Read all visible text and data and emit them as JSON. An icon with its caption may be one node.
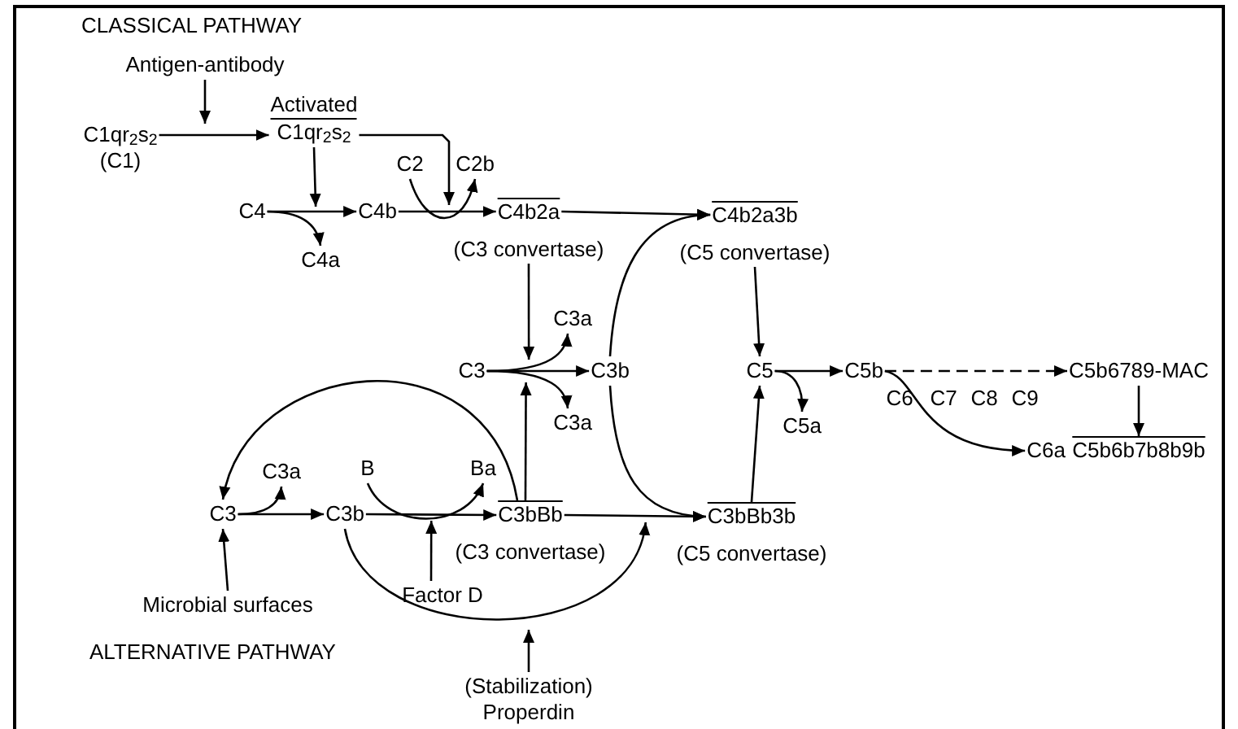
{
  "diagram": {
    "nodes": [
      {
        "text": [
          "C1qr$_{2}$s$_{2}$",
          "(C1)"
        ]
      },
      {
        "text": [
          "Antigen-antibody"
        ]
      },
      {
        "text": [
          "Activated",
          "C1qr$_{2}$s$_{2}$"
        ]
      },
      {
        "text": [
          "C4"
        ]
      },
      {
        "text": [
          "C4b"
        ]
      },
      {
        "text": [
          "C4a"
        ]
      },
      {
        "text": [
          "C2"
        ]
      },
      {
        "text": [
          "C2b"
        ]
      },
      {
        "text": [
          "C4b2a"
        ],
        "beside": [
          "(C3 convertase)"
        ]
      },
      {
        "text": [
          "C4b2a3b"
        ],
        "beside": [
          "(C5 convertase)"
        ]
      },
      {
        "text": [
          "C3"
        ]
      },
      {
        "text": [
          "C3a"
        ]
      },
      {
        "text": [
          "C3b"
        ]
      },
      {
        "text": [
          "C3a"
        ]
      },
      {
        "text": [
          "C5"
        ]
      },
      {
        "text": [
          "C5a"
        ]
      },
      {
        "text": [
          "C5b"
        ]
      },
      {
        "text": [
          "C5b6789-MAC"
        ]
      },
      {
        "text": [
          "C5b6b7b8b9b"
        ]
      },
      {
        "text": [
          "C6a"
        ]
      },
      {
        "text": [
          "C3"
        ]
      },
      {
        "text": [
          "C3a"
        ]
      },
      {
        "text": [
          "C3b"
        ]
      },
      {
        "text": [
          "B"
        ]
      },
      {
        "text": [
          "Ba"
        ]
      },
      {
        "text": [
          "C3bBb"
        ],
        "beside": [
          "(C3 convertase)"
        ]
      },
      {
        "text": [
          "Factor D"
        ]
      },
      {
        "text": [
          "Microbial surfaces"
        ]
      },
      {
        "text": [
          "(Stabilization)",
          "Properdin"
        ]
      },
      {
        "text": [
          "C3bBb3b"
        ],
        "beside": [
          "(C5 convertase)"
        ]
      }
    ],
    "edges": [
      {
        "from": 0,
        "to": 2,
        "arrow": "to"
      },
      {
        "from": 1,
        "to": null,
        "arrow": "to"
      },
      {
        "from": 2,
        "to": 4,
        "arrow": "to"
      },
      {
        "from": 3,
        "to": 4,
        "arrow": "to"
      },
      {
        "from": 3,
        "to": 5,
        "arrow": "to"
      },
      {
        "from": 2,
        "to": 7,
        "arrow": "to"
      },
      {
        "from": 4,
        "to": 8,
        "arrow": "to"
      },
      {
        "from": 6,
        "to": 7,
        "arrow": "to"
      },
      {
        "from": 8,
        "to": 9,
        "arrow": "to"
      },
      {
        "from": 12,
        "to": 9,
        "arrow": "to"
      },
      {
        "from": 12,
        "to": 29,
        "arrow": "to"
      },
      {
        "from": 8,
        "to": 11,
        "arrow": "to"
      },
      {
        "from": 10,
        "to": 12,
        "arrow": "to"
      },
      {
        "from": 10,
        "to": 11,
        "arrow": "to"
      },
      {
        "from": 10,
        "to": 13,
        "arrow": "to"
      },
      {
        "from": 25,
        "to": 10,
        "arrow": "to"
      },
      {
        "from": 9,
        "to": 14,
        "arrow": "to"
      },
      {
        "from": 29,
        "to": 14,
        "arrow": "to"
      },
      {
        "from": 14,
        "to": 16,
        "arrow": "to"
      },
      {
        "from": 14,
        "to": 15,
        "arrow": "to"
      },
      {
        "from": 16,
        "to": 17,
        "arrow": "to",
        "style": "dashed"
      },
      {
        "from": 16,
        "to": 19,
        "arrow": "to"
      },
      {
        "from": 17,
        "to": 18,
        "arrow": "to"
      },
      {
        "from": 20,
        "to": 22,
        "arrow": "to"
      },
      {
        "from": 20,
        "to": 21,
        "arrow": "to"
      },
      {
        "from": 27,
        "to": 20,
        "arrow": "to"
      },
      {
        "from": 22,
        "to": 25,
        "arrow": "to"
      },
      {
        "from": 23,
        "to": 24,
        "arrow": "to"
      },
      {
        "from": 26,
        "to": 25,
        "arrow": "to"
      },
      {
        "from": 25,
        "to": 29,
        "arrow": "to"
      },
      {
        "from": 22,
        "to": 25,
        "arrow": "to"
      },
      {
        "from": 28,
        "to": null,
        "arrow": "to"
      },
      {
        "from": 25,
        "to": 20,
        "arrow": "to"
      }
    ],
    "labels": [
      "CLASSICAL PATHWAY",
      "ALTERNATIVE PATHWAY",
      "C6",
      "C7",
      "C8",
      "C9"
    ]
  }
}
